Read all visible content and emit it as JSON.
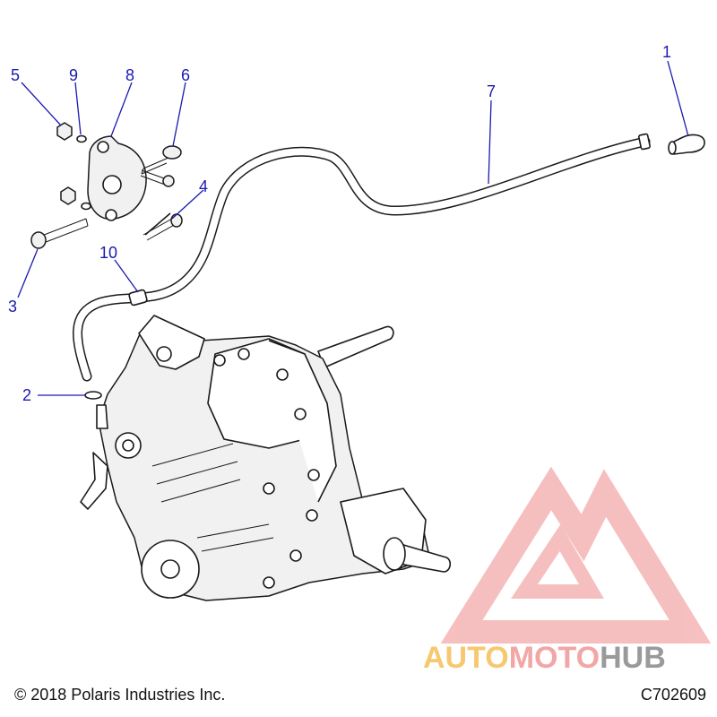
{
  "callouts": [
    {
      "id": "1",
      "label": "1"
    },
    {
      "id": "2",
      "label": "2"
    },
    {
      "id": "3",
      "label": "3"
    },
    {
      "id": "4",
      "label": "4"
    },
    {
      "id": "5",
      "label": "5"
    },
    {
      "id": "6",
      "label": "6"
    },
    {
      "id": "7",
      "label": "7"
    },
    {
      "id": "8",
      "label": "8"
    },
    {
      "id": "9",
      "label": "9"
    },
    {
      "id": "10",
      "label": "10"
    }
  ],
  "footer": {
    "copyright": "© 2018 Polaris Industries Inc.",
    "drawing_number": "C702609"
  },
  "watermark": {
    "part_a": "AUTO",
    "part_b": "MOTO",
    "part_c": "HUB",
    "colors": {
      "auto": "#f6c870",
      "moto": "#f3a6a6",
      "hub": "#9a9a9a",
      "logo": "#f08c8c"
    }
  },
  "colors": {
    "callout": "#1a1ab0",
    "line_art": "#1a1a1a"
  }
}
